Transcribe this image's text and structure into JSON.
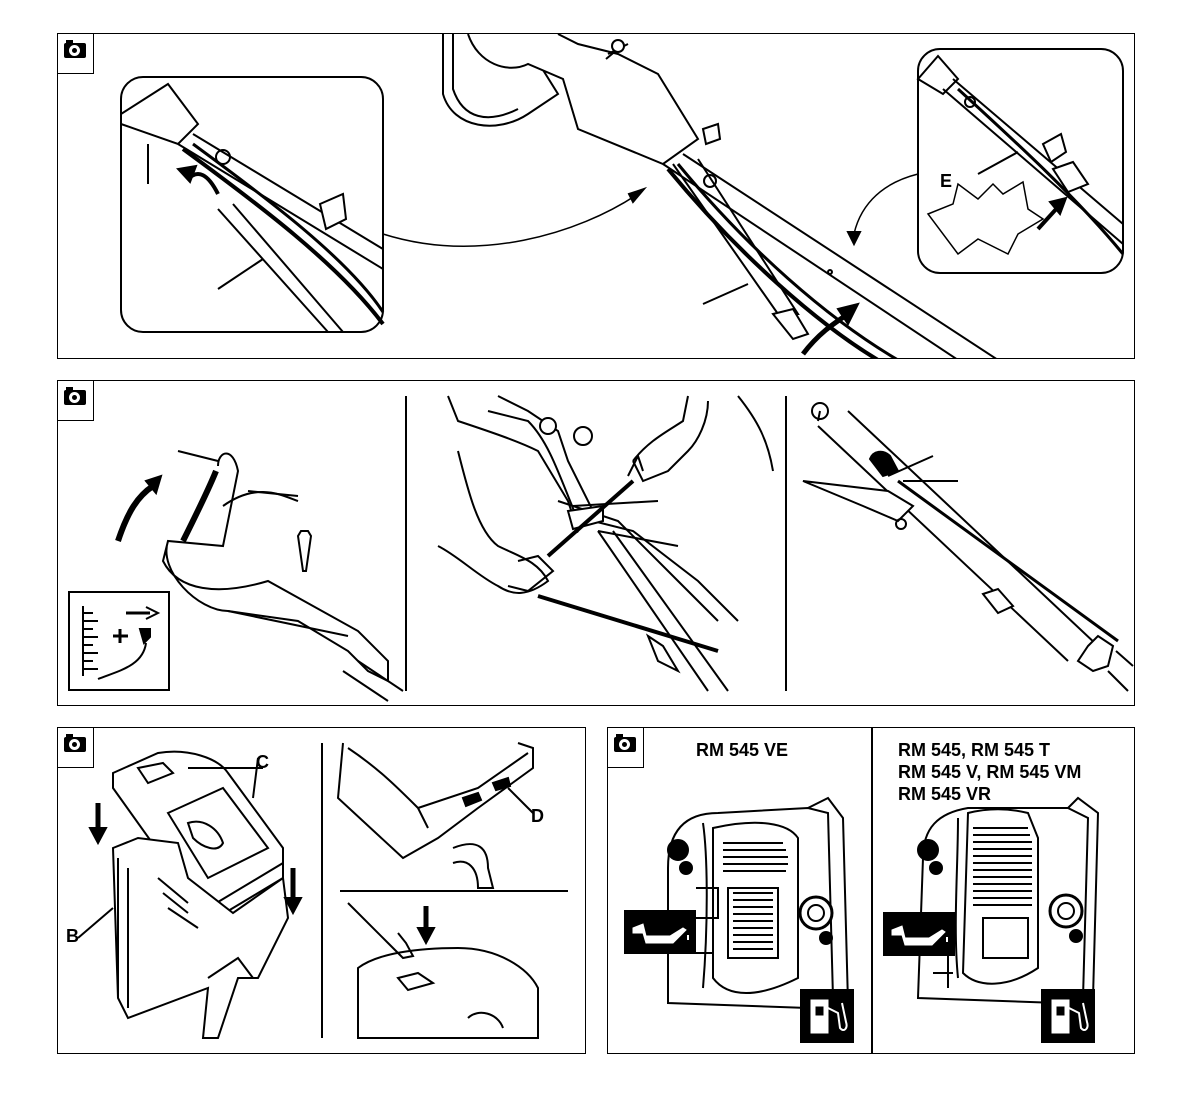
{
  "panels": [
    {
      "id": "cable-routing",
      "camera_icon": "camera-icon",
      "labels": {
        "e": "E"
      }
    },
    {
      "id": "handle-adjust",
      "camera_icon": "camera-icon"
    },
    {
      "id": "grass-bag",
      "camera_icon": "camera-icon",
      "labels": {
        "b": "B",
        "c": "C",
        "d": "D"
      }
    },
    {
      "id": "engine-models",
      "camera_icon": "camera-icon",
      "left_title": "RM 545 VE",
      "right_title_lines": [
        "RM 545, RM 545 T",
        "RM 545 V, RM 545 VM",
        "RM 545 VR"
      ],
      "icons": [
        "oil-can-icon",
        "fuel-pump-icon"
      ]
    }
  ],
  "colors": {
    "line": "#000000",
    "background": "#ffffff"
  }
}
